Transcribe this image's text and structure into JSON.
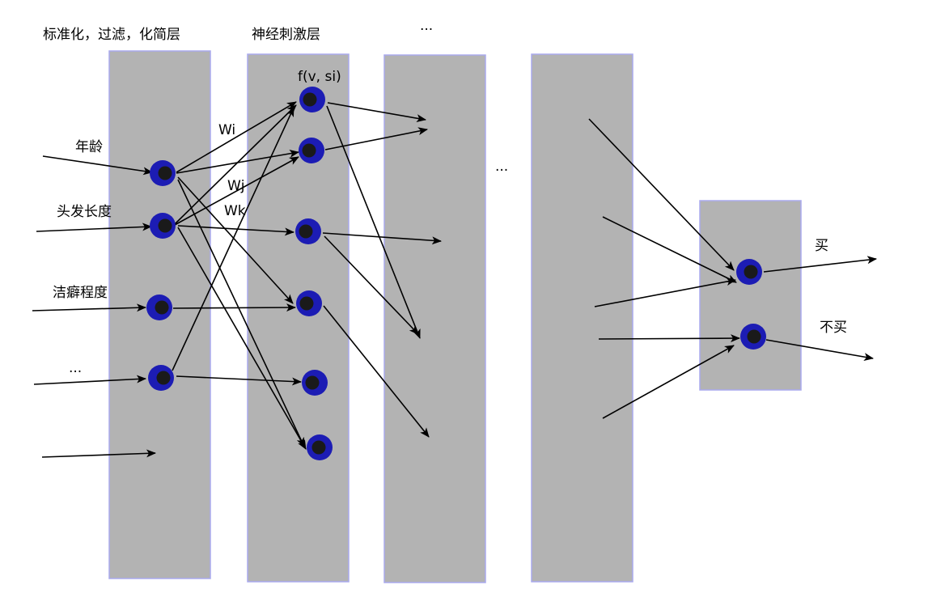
{
  "labels": {
    "layer1_title": "标准化，过滤，化简层",
    "layer2_title": "神经刺激层",
    "layer3_ellipsis": "...",
    "middle_ellipsis": "...",
    "input_age": "年龄",
    "input_hair": "头发长度",
    "input_clean": "洁癖程度",
    "input_more": "...",
    "weight_i": "Wi",
    "weight_j": "Wj",
    "weight_k": "Wk",
    "activation": "f(v, si)",
    "output_buy": "买",
    "output_nobuy": "不买"
  },
  "colors": {
    "layer_fill": "#b3b3b3",
    "layer_border": "#aaaaee",
    "node_ring": "#1c1cb4",
    "node_core": "#1a1a1a",
    "arrow": "#000000"
  }
}
